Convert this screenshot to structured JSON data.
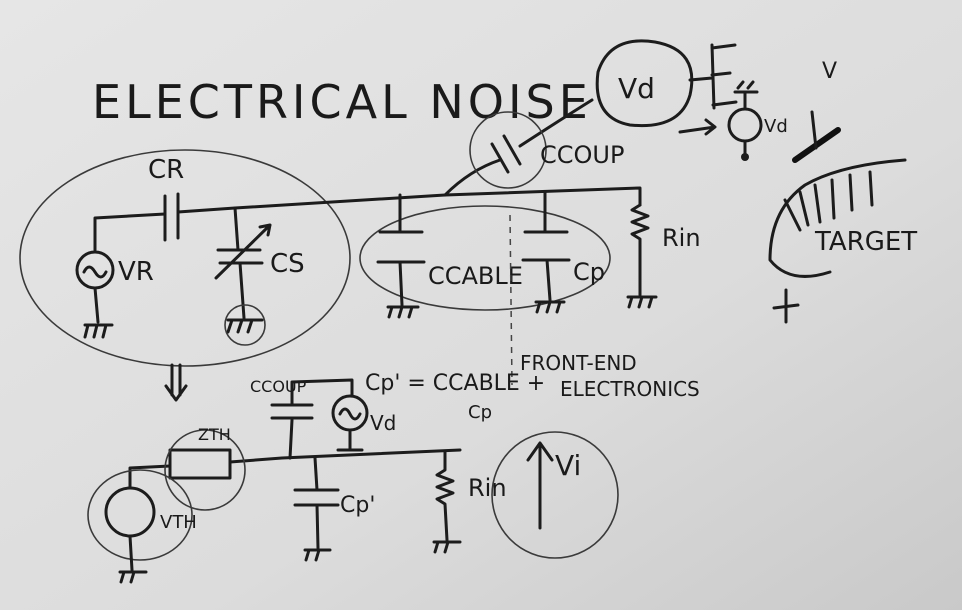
{
  "title": "ELECTRICAL NOISE",
  "top_circuit": {
    "cr": "CR",
    "vr": "VR",
    "cs": "CS",
    "ccable": "CCABLE",
    "cp": "Cp",
    "rin": "Rin",
    "ccoup": "CCOUP",
    "vd_blob": "Vd",
    "vd_source": "Vd",
    "v": "V",
    "target": "TARGET"
  },
  "equation": {
    "lhs": "Cp' = CCABLE +",
    "rhs": "Cp"
  },
  "front_end": [
    "FRONT-END",
    "ELECTRONICS"
  ],
  "bottom_circuit": {
    "zth": "ZTH",
    "ccoup": "CCOUP",
    "vd": "Vd",
    "cp_prime": "Cp'",
    "rin": "Rin",
    "vi": "Vi",
    "vth": "VTH"
  }
}
